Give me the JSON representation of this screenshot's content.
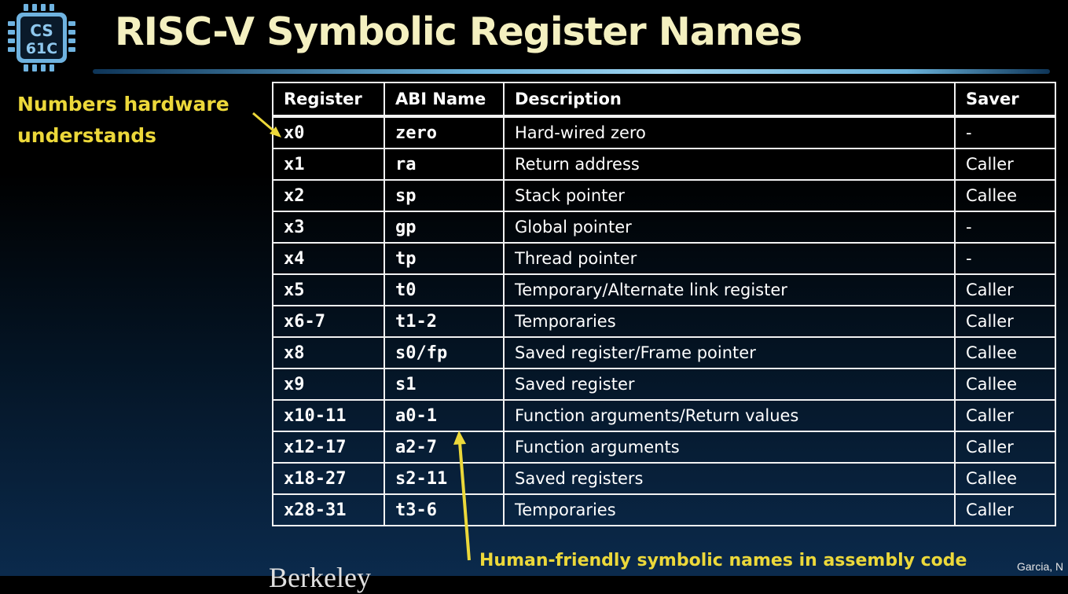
{
  "header": {
    "logo_text_top": "CS",
    "logo_text_bottom": "61C",
    "title": "RISC-V Symbolic Register Names"
  },
  "annotations": {
    "left_line1": "Numbers hardware",
    "left_line2": "understands",
    "bottom": "Human-friendly symbolic names in assembly code",
    "partial_text": "Berkeley",
    "credit": "Garcia, N"
  },
  "table": {
    "headers": [
      "Register",
      "ABI Name",
      "Description",
      "Saver"
    ],
    "rows": [
      [
        "x0",
        "zero",
        "Hard-wired zero",
        "-"
      ],
      [
        "x1",
        "ra",
        "Return address",
        "Caller"
      ],
      [
        "x2",
        "sp",
        "Stack pointer",
        "Callee"
      ],
      [
        "x3",
        "gp",
        "Global pointer",
        "-"
      ],
      [
        "x4",
        "tp",
        "Thread pointer",
        "-"
      ],
      [
        "x5",
        "t0",
        "Temporary/Alternate link register",
        "Caller"
      ],
      [
        "x6-7",
        "t1-2",
        "Temporaries",
        "Caller"
      ],
      [
        "x8",
        "s0/fp",
        "Saved register/Frame pointer",
        "Callee"
      ],
      [
        "x9",
        "s1",
        "Saved register",
        "Callee"
      ],
      [
        "x10-11",
        "a0-1",
        "Function arguments/Return values",
        "Caller"
      ],
      [
        "x12-17",
        "a2-7",
        "Function arguments",
        "Caller"
      ],
      [
        "x18-27",
        "s2-11",
        "Saved registers",
        "Callee"
      ],
      [
        "x28-31",
        "t3-6",
        "Temporaries",
        "Caller"
      ]
    ]
  },
  "colors": {
    "title": "#f4f0c0",
    "annotation": "#ecd83a",
    "logo": "#6fb3e0",
    "table_border": "#f2f2f2"
  }
}
